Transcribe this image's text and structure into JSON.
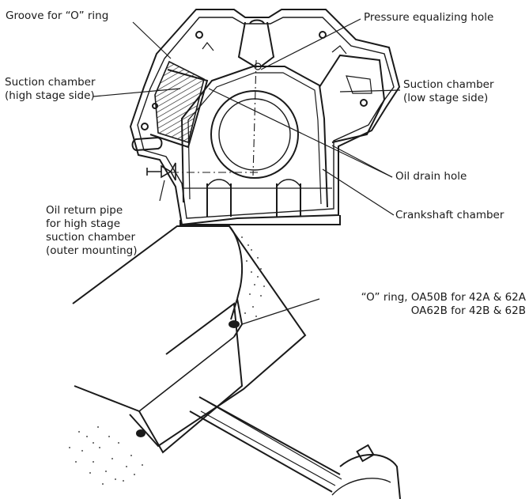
{
  "labels": {
    "groove_o_ring": "Groove for “O” ring",
    "pressure_hole": "Pressure equalizing hole",
    "suction_high_1": "Suction chamber",
    "suction_high_2": "(high stage side)",
    "suction_low_1": "Suction chamber",
    "suction_low_2": "(low stage side)",
    "oil_drain": "Oil drain hole",
    "crankshaft": "Crankshaft chamber",
    "oil_return_1": "Oil return pipe",
    "oil_return_2": "for high stage",
    "oil_return_3": "suction chamber",
    "oil_return_4": "(outer mounting)",
    "o_ring_1": "“O” ring, OA50B for 42A & 62A",
    "o_ring_2": "OA62B for 42B & 62B"
  },
  "colors": {
    "ink": "#1a1a1a",
    "paper": "#ffffff"
  }
}
